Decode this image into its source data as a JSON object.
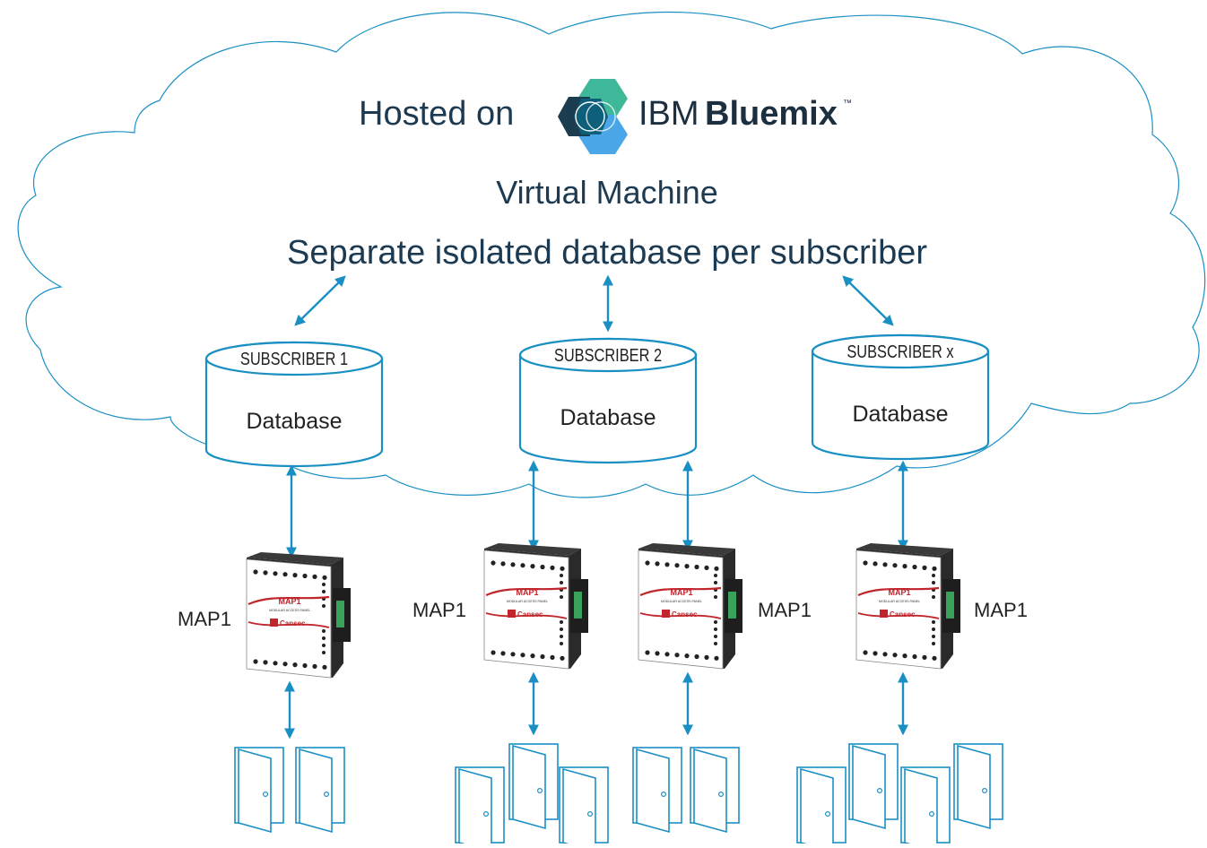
{
  "header": {
    "hosted_on": "Hosted on",
    "brand_ibm": "IBM",
    "brand_bluemix": "Bluemix",
    "brand_tm": "™",
    "vm_label": "Virtual Machine",
    "subtitle": "Separate isolated database per subscriber"
  },
  "databases": [
    {
      "title": "SUBSCRIBER 1",
      "label": "Database"
    },
    {
      "title": "SUBSCRIBER 2",
      "label": "Database"
    },
    {
      "title": "SUBSCRIBER x",
      "label": "Database"
    }
  ],
  "panels": [
    {
      "label": "MAP1",
      "model": "MAP1",
      "subtitle": "MODULAR ACCESS PANEL",
      "brand": "Cansec"
    },
    {
      "label": "MAP1",
      "model": "MAP1",
      "subtitle": "MODULAR ACCESS PANEL",
      "brand": "Cansec"
    },
    {
      "label": "MAP1",
      "model": "MAP1",
      "subtitle": "MODULAR ACCESS PANEL",
      "brand": "Cansec"
    },
    {
      "label": "MAP1",
      "model": "MAP1",
      "subtitle": "MODULAR ACCESS PANEL",
      "brand": "Cansec"
    }
  ],
  "door_groups": [
    {
      "door_count": 2
    },
    {
      "door_count": 3
    },
    {
      "door_count": 2
    },
    {
      "door_count": 4
    }
  ],
  "colors": {
    "line": "#1a8fc4",
    "panel_body": "#ffffff",
    "panel_side": "#2a2a2a",
    "panel_stripe": "#c0262c",
    "hex_green": "#3fb89a",
    "hex_teal": "#0d5f7a",
    "hex_blue": "#4aa6e6",
    "hex_dark": "#1c3d4f"
  }
}
